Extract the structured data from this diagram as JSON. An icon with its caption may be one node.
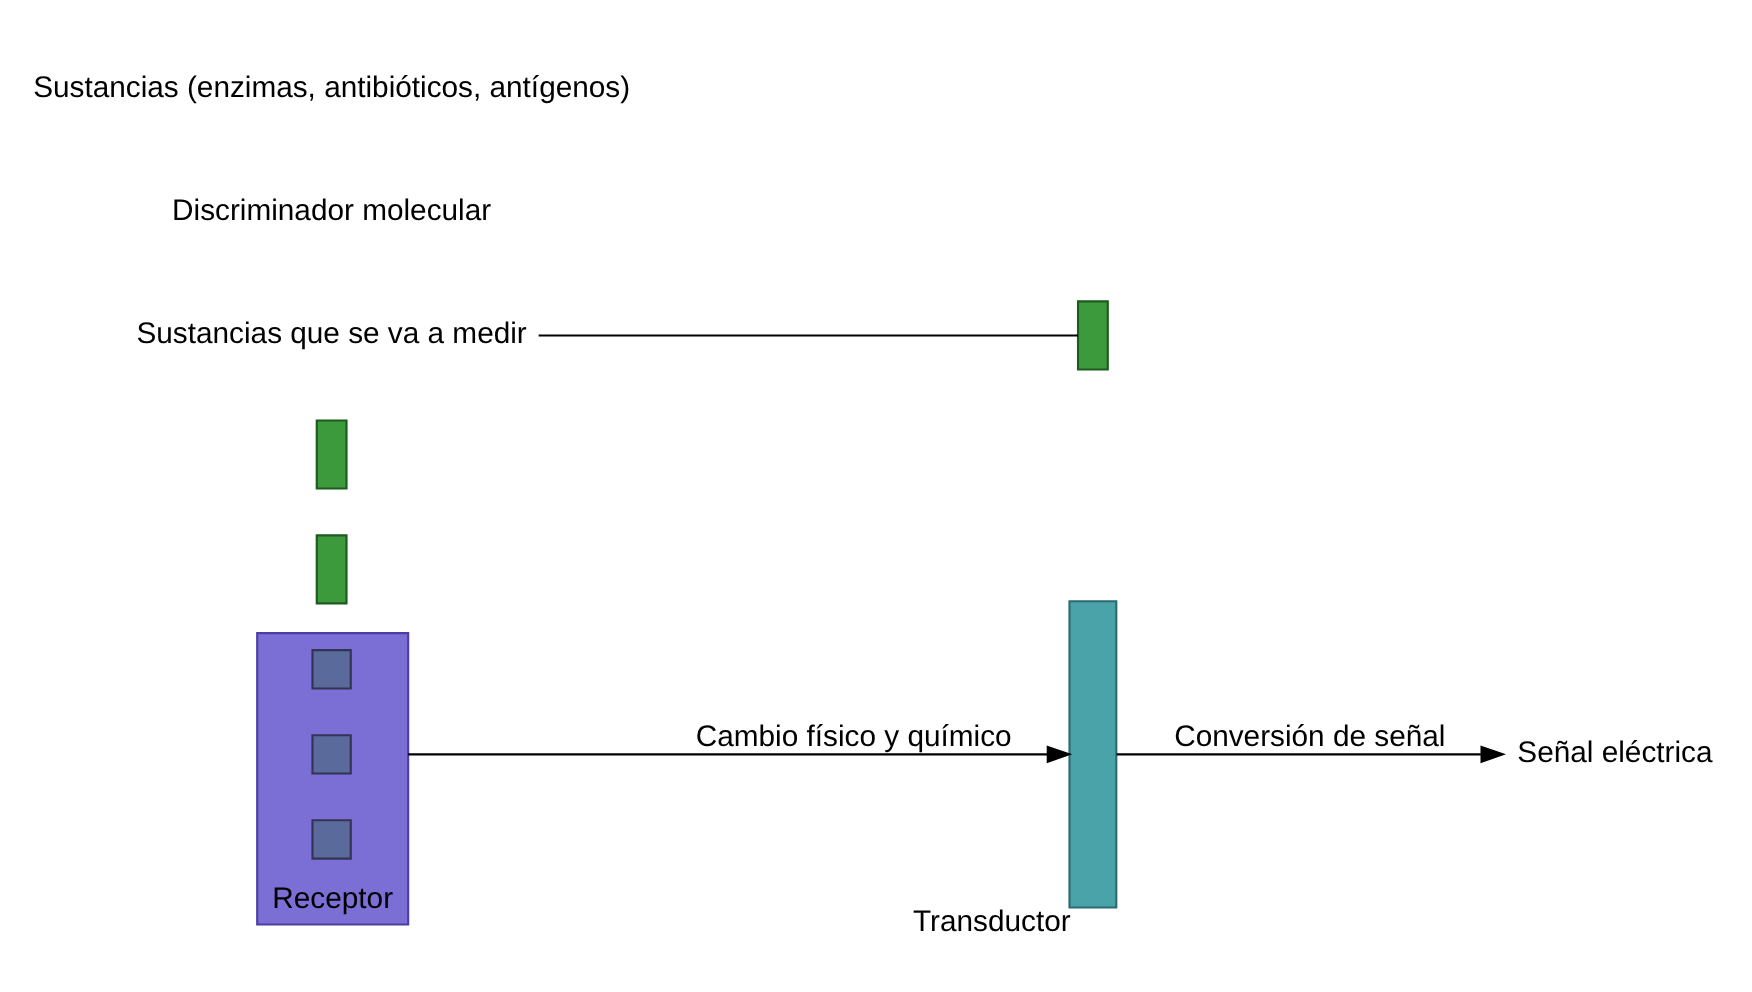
{
  "diagram": {
    "nodes": [
      {
        "text": [
          "Receptor"
        ]
      },
      {
        "text": [],
        "shape": "box",
        "in": 0
      },
      {
        "text": [],
        "shape": "box",
        "in": 0
      },
      {
        "text": [],
        "shape": "box",
        "in": 0
      },
      {
        "text": [],
        "shape": "bar"
      },
      {
        "text": [],
        "shape": "bar"
      },
      {
        "text": [],
        "shape": "bar"
      },
      {
        "text": [
          "Sustancias que se va a medir"
        ]
      },
      {
        "text": [
          "Transductor"
        ]
      },
      {
        "text": [
          "Señal eléctrica"
        ]
      }
    ],
    "edges": [
      {
        "from": 7,
        "to": 6,
        "arrow": "none"
      },
      {
        "from": 2,
        "to": 8,
        "arrow": "to",
        "label": "Cambio físico y químico"
      },
      {
        "from": 8,
        "to": 9,
        "arrow": "to",
        "label": "Conversión de señal"
      }
    ],
    "labels": [
      "Discriminador molecular",
      "Sustancias (enzimas, antibióticos, antígenos)"
    ]
  }
}
